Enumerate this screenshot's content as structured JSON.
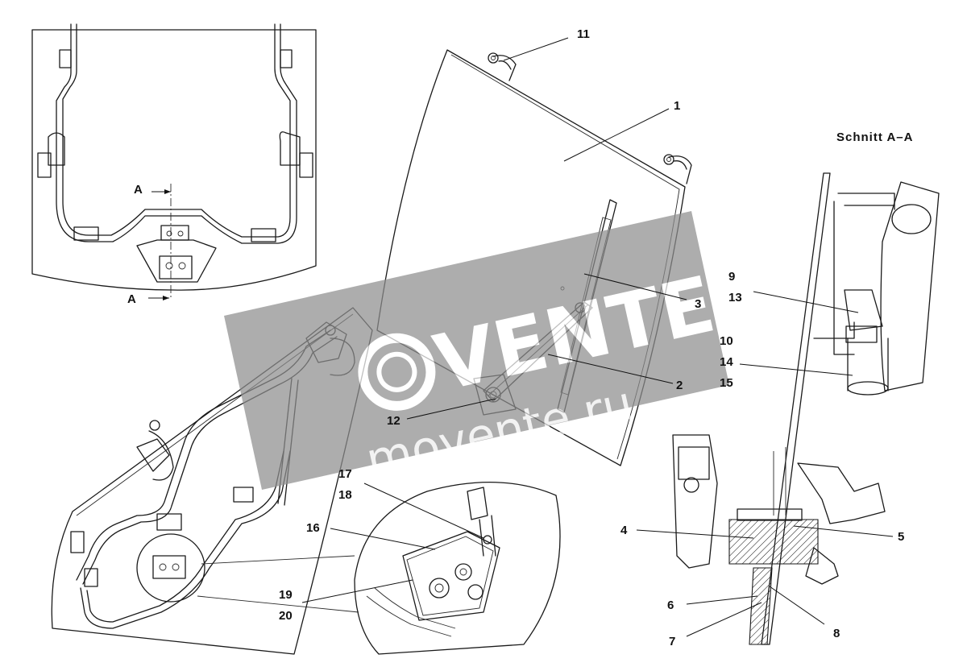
{
  "section_title": "Schnitt  A–A",
  "section_marks": {
    "upper": "A",
    "lower": "A"
  },
  "callouts": {
    "c1": "1",
    "c2": "2",
    "c3": "3",
    "c4": "4",
    "c5": "5",
    "c6": "6",
    "c7": "7",
    "c8": "8",
    "c9": "9",
    "c10": "10",
    "c11": "11",
    "c12": "12",
    "c13": "13",
    "c14": "14",
    "c15": "15",
    "c16": "16",
    "c17": "17",
    "c18": "18",
    "c19": "19",
    "c20": "20"
  },
  "watermark": {
    "brand": "VENTE",
    "url": "movente.ru"
  },
  "colors": {
    "line": "#1a1a1a",
    "watermark_band": "#8e8e8e",
    "background": "#ffffff"
  }
}
